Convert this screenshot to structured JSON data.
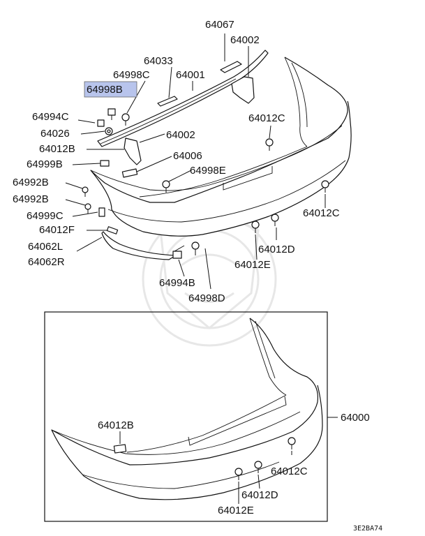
{
  "highlight_color": "#b8c4ec",
  "labels": {
    "l64067": "64067",
    "l64002a": "64002",
    "l64033": "64033",
    "l64998c": "64998C",
    "l64001": "64001",
    "l64998b": "64998B",
    "l64994c": "64994C",
    "l64026": "64026",
    "l64002b": "64002",
    "l64012c1": "64012C",
    "l64012b1": "64012B",
    "l64006": "64006",
    "l64999b": "64999B",
    "l64998e": "64998E",
    "l64992b1": "64992B",
    "l64992b2": "64992B",
    "l64012c2": "64012C",
    "l64999c": "64999C",
    "l64012f": "64012F",
    "l64062l": "64062L",
    "l64012d1": "64012D",
    "l64062r": "64062R",
    "l64012e1": "64012E",
    "l64994b": "64994B",
    "l64998d": "64998D",
    "l64000": "64000",
    "l64012b2": "64012B",
    "l64012c3": "64012C",
    "l64012d2": "64012D",
    "l64012e2": "64012E"
  },
  "diagram_code": "3E2BA74"
}
